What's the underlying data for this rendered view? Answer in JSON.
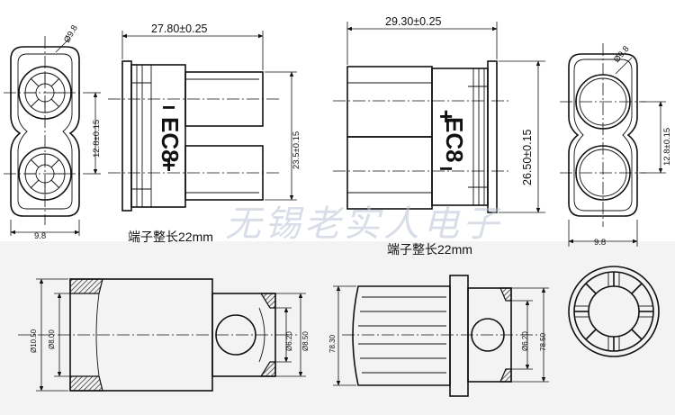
{
  "watermark": "无锡老实人电子",
  "views": {
    "front_male": {
      "hole_dia": "Ø9.8",
      "center_dist": "12.8±0.15",
      "width": "9.8"
    },
    "side_male": {
      "length": "27.80±0.25",
      "height": "23.5±0.15",
      "marking": "EC8",
      "minus": "−",
      "plus": "+"
    },
    "note_left": "端子整长22mm",
    "side_female": {
      "length": "29.30±0.25",
      "height": "26.50±0.15",
      "marking": "EC8",
      "plus": "+",
      "minus": "−"
    },
    "front_female": {
      "hole_dia": "Ø9.8",
      "center_dist": "12.8±0.15",
      "width": "9.8"
    },
    "note_right": "端子整长22mm",
    "pin_left": {
      "d_outer": "Ø10.50",
      "d_inner": "Ø8.00",
      "d_small": "Ø6.20",
      "d_mid": "Ø8.50"
    },
    "pin_right": {
      "length": "78.30",
      "d_small": "Ø6.20",
      "d_mid": "78.50"
    }
  }
}
